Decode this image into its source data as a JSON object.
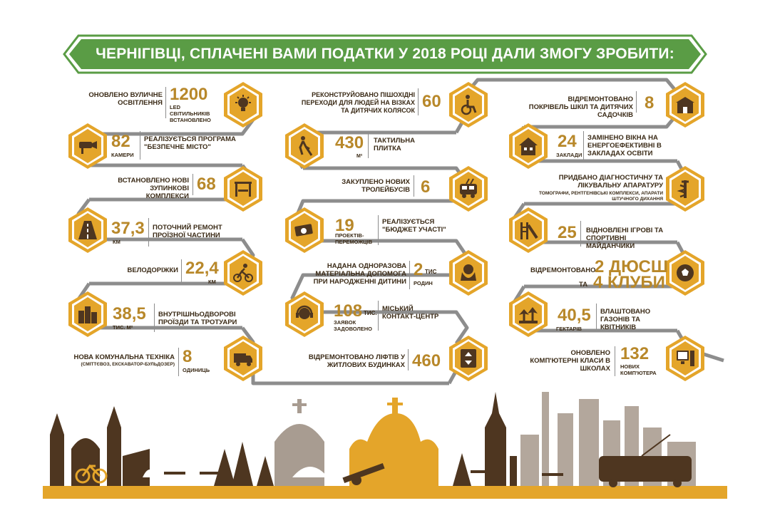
{
  "title": "ЧЕРНІГІВЦІ, СПЛАЧЕНІ ВАМИ ПОДАТКИ У 2018 РОЦІ ДАЛИ ЗМОГУ ЗРОБИТИ:",
  "colors": {
    "green": "#5a9c45",
    "gold": "#e4a52a",
    "brown": "#4e3620",
    "gray": "#8d8d8d",
    "text": "#3a2a16",
    "numgold": "#b8882a"
  },
  "left": {
    "lighting": {
      "label": "ОНОВЛЕНО ВУЛИЧНЕ ОСВІТЛЕННЯ",
      "value": "1200",
      "unit": "LED СВІТИЛЬНИКІВ ВСТАНОВЛЕНО",
      "icon": "lightbulb-icon"
    },
    "cameras": {
      "value": "82",
      "unit": "КАМЕРИ",
      "label": "РЕАЛІЗУЄТЬСЯ ПРОГРАМА \"БЕЗПЕЧНЕ МІСТО\"",
      "icon": "camera-icon"
    },
    "stops": {
      "label": "ВСТАНОВЛЕНО НОВІ ЗУПИНКОВІ КОМПЛЕКСИ",
      "value": "68",
      "icon": "bus-stop-icon"
    },
    "road": {
      "value": "37,3",
      "unit": "КМ",
      "label": "ПОТОЧНИЙ РЕМОНТ ПРОЇЗНОЇ ЧАСТИНИ",
      "icon": "road-icon"
    },
    "bike": {
      "label": "ВЕЛОДОРІЖКИ",
      "value": "22,4",
      "unit": "КМ",
      "icon": "cyclist-icon"
    },
    "yards": {
      "value": "38,5",
      "unit": "ТИС. М²",
      "label": "ВНУТРІШНЬОДВОРОВІ ПРОЇЗДИ ТА ТРОТУАРИ",
      "icon": "buildings-icon"
    },
    "tech": {
      "label": "НОВА КОМУНАЛЬНА ТЕХНІКА",
      "sub": "(СМІТТЄВОЗ, ЕКСКАВАТОР-БУЛЬДОЗЕР)",
      "value": "8",
      "unit": "ОДИНИЦЬ",
      "icon": "truck-icon"
    }
  },
  "middle": {
    "crossings": {
      "label": "РЕКОНСТРУЙОВАНО ПІШОХІДНІ ПЕРЕХОДИ ДЛЯ ЛЮДЕЙ НА ВІЗКАХ ТА ДИТЯЧИХ КОЛЯСОК",
      "value": "60",
      "icon": "wheelchair-icon"
    },
    "tactile": {
      "value": "430",
      "unit": "М²",
      "label": "ТАКТИЛЬНА ПЛИТКА",
      "icon": "blind-person-icon"
    },
    "trolley": {
      "label": "ЗАКУПЛЕНО НОВИХ ТРОЛЕЙБУСІВ",
      "value": "6",
      "icon": "trolleybus-icon"
    },
    "budget": {
      "value": "19",
      "unit": "ПРОЕКТІВ-ПЕРЕМОЖЦІВ",
      "label": "РЕАЛІЗУЄТЬСЯ \"БЮДЖЕТ УЧАСТІ\"",
      "icon": "money-icon"
    },
    "birth": {
      "label": "НАДАНА ОДНОРАЗОВА МАТЕРІАЛЬНА ДОПОМОГА ПРИ НАРОДЖЕННІ ДИТИНИ",
      "value": "2",
      "value_unit": "ТИС",
      "unit": "РОДИН",
      "icon": "baby-icon"
    },
    "contact": {
      "value": "108",
      "value_unit": "ТИС.",
      "unit": "ЗАЯВОК ЗАДОВОЛЕНО",
      "label": "МІСЬКИЙ КОНТАКТ-ЦЕНТР",
      "icon": "headset-icon"
    },
    "lifts": {
      "label": "ВІДРЕМОНТОВАНО ЛІФТІВ У ЖИТЛОВИХ БУДИНКАХ",
      "value": "460",
      "icon": "elevator-icon"
    }
  },
  "right": {
    "roofs": {
      "label": "ВІДРЕМОНТОВАНО ПОКРІВЕЛЬ ШКІЛ ТА ДИТЯЧИХ САДОЧКІВ",
      "value": "8",
      "icon": "school-icon"
    },
    "windows": {
      "value": "24",
      "unit": "ЗАКЛАДИ",
      "label": "ЗАМІНЕНО ВІКНА НА ЕНЕРГОЕФЕКТИВНІ В ЗАКЛАДАХ ОСВІТИ",
      "icon": "house-icon"
    },
    "medical": {
      "label": "ПРИДБАНО ДІАГНОСТИЧНУ ТА ЛІКУВАЛЬНУ АПАРАТУРУ",
      "sub": "ТОМОГРАФИ, РЕНТГЕНІВСЬКІ КОМПЛЕКСИ, АПАРАТИ ШТУЧНОГО ДИХАННЯ",
      "icon": "medical-icon"
    },
    "playgrounds": {
      "value": "25",
      "label": "ВІДНОВЛЕНІ ІГРОВІ ТА СПОРТИВНІ МАЙДАНЧИКИ",
      "icon": "slide-icon"
    },
    "sport": {
      "label": "ВІДРЕМОНТОВАНО",
      "value1": "2 ДЮСШ",
      "mid": "ТА",
      "value2": "4 КЛУБИ",
      "icon": "football-icon"
    },
    "lawns": {
      "value": "40,5",
      "unit": "ГЕКТАРІВ",
      "label": "ВЛАШТОВАНО ГАЗОНІВ ТА КВІТНИКІВ",
      "icon": "palm-icon"
    },
    "computers": {
      "label": "ОНОВЛЕНО КОМП'ЮТЕРНІ КЛАСИ В ШКОЛАХ",
      "value": "132",
      "unit": "НОВИХ КОМП'ЮТЕРА",
      "icon": "computer-icon"
    }
  }
}
